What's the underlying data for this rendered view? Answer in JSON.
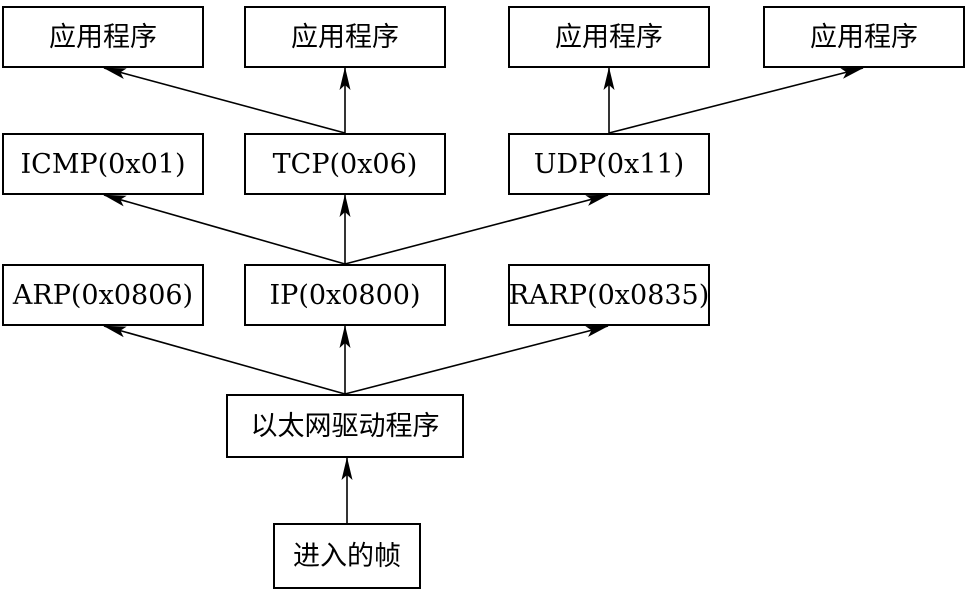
{
  "diagram": {
    "nodes": [
      {
        "id": "app1",
        "label": "应用程序"
      },
      {
        "id": "app2",
        "label": "应用程序"
      },
      {
        "id": "app3",
        "label": "应用程序"
      },
      {
        "id": "app4",
        "label": "应用程序"
      },
      {
        "id": "icmp",
        "label": "ICMP(0x01)"
      },
      {
        "id": "tcp",
        "label": "TCP(0x06)"
      },
      {
        "id": "udp",
        "label": "UDP(0x11)"
      },
      {
        "id": "arp",
        "label": "ARP(0x0806)"
      },
      {
        "id": "ip",
        "label": "IP(0x0800)"
      },
      {
        "id": "rarp",
        "label": "RARP(0x0835)"
      },
      {
        "id": "driver",
        "label": "以太网驱动程序"
      },
      {
        "id": "frame",
        "label": "进入的帧"
      }
    ],
    "edges": [
      {
        "from": "frame",
        "to": "driver"
      },
      {
        "from": "driver",
        "to": "arp"
      },
      {
        "from": "driver",
        "to": "ip"
      },
      {
        "from": "driver",
        "to": "rarp"
      },
      {
        "from": "ip",
        "to": "icmp"
      },
      {
        "from": "ip",
        "to": "tcp"
      },
      {
        "from": "ip",
        "to": "udp"
      },
      {
        "from": "tcp",
        "to": "app1"
      },
      {
        "from": "tcp",
        "to": "app2"
      },
      {
        "from": "udp",
        "to": "app3"
      },
      {
        "from": "udp",
        "to": "app4"
      }
    ]
  }
}
